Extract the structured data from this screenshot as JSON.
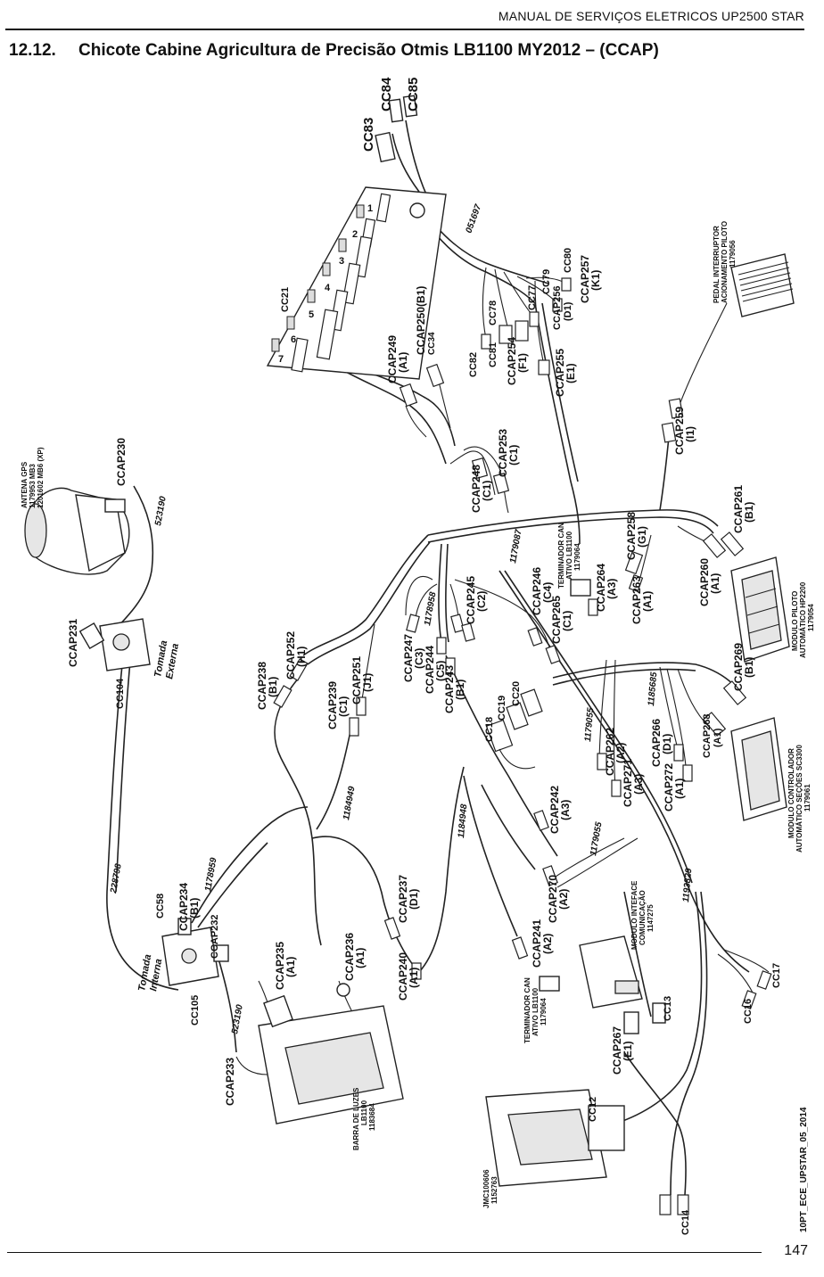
{
  "header": {
    "manual_title": "MANUAL DE SERVIÇOS ELETRICOS UP2500 STAR"
  },
  "section": {
    "number": "12.12.",
    "title": "Chicote Cabine Agricultura de Precisão Otmis LB1100 MY2012 – (CCAP)"
  },
  "footer": {
    "page_number": "147",
    "doc_code": "10PT_ECE_UPSTAR_05_2014"
  },
  "connectors": {
    "cc83": "CC83",
    "cc84": "CC84",
    "cc85": "CC85",
    "cc21": "CC21",
    "cc82": "CC82",
    "cc81": "CC81",
    "cc78": "CC78",
    "cc77": "CC77",
    "cc79": "CC79",
    "cc80": "CC80",
    "cc34": "CC34",
    "ccap250": "CCAP250(B1)",
    "ccap249": "CCAP249",
    "ccap249_pin": "(A1)",
    "ccap254": "CCAP254",
    "ccap254_pin": "(F1)",
    "ccap255": "CCAP255",
    "ccap255_pin": "(E1)",
    "ccap256": "CCAP256",
    "ccap256_pin": "(D1)",
    "ccap257": "CCAP257",
    "ccap257_pin": "(K1)",
    "ccap230": "CCAP230",
    "ccap231": "CCAP231",
    "cc104": "CC104",
    "ccap248": "CCAP248",
    "ccap248_pin": "(C1)",
    "ccap253": "CCAP253",
    "ccap253_pin": "(C1)",
    "ccap259": "CCAP259",
    "ccap259_pin": "(I1)",
    "ccap258": "CCAP258",
    "ccap258_pin": "(G1)",
    "ccap261": "CCAP261",
    "ccap261_pin": "(B1)",
    "ccap260": "CCAP260",
    "ccap260_pin": "(A1)",
    "ccap263": "CCAP263",
    "ccap263_pin": "(A1)",
    "ccap264": "CCAP264",
    "ccap264_pin": "(A3)",
    "ccap246": "CCAP246",
    "ccap246_pin": "(C4)",
    "ccap265": "CCAP265",
    "ccap265_pin": "(C1)",
    "ccap245": "CCAP245",
    "ccap245_pin": "(C2)",
    "ccap247": "CCAP247",
    "ccap247_pin": "(C3)",
    "ccap244": "CCAP244",
    "ccap244_pin": "(C5)",
    "ccap243": "CCAP243",
    "ccap243_pin": "(B1)",
    "ccap252": "CCAP252",
    "ccap252_pin": "(H1)",
    "ccap251": "CCAP251",
    "ccap251_pin": "(J1)",
    "ccap238": "CCAP238",
    "ccap238_pin": "(B1)",
    "ccap239": "CCAP239",
    "ccap239_pin": "(C1)",
    "cc18": "CC18",
    "cc19": "CC19",
    "cc20": "CC20",
    "ccap269": "CCAP269",
    "ccap269_pin": "(B1)",
    "ccap268": "CCAP268",
    "ccap268_pin": "(A1)",
    "ccap262": "CCAP262",
    "ccap262_pin": "(A2)",
    "ccap266": "CCAP266",
    "ccap266_pin": "(D1)",
    "ccap271": "CCAP271",
    "ccap271_pin": "(A3)",
    "ccap272": "CCAP272",
    "ccap272_pin": "(A1)",
    "ccap242": "CCAP242",
    "ccap242_pin": "(A3)",
    "ccap270": "CCAP270",
    "ccap270_pin": "(A2)",
    "ccap237": "CCAP237",
    "ccap237_pin": "(D1)",
    "ccap236": "CCAP236",
    "ccap236_pin": "(A1)",
    "ccap241": "CCAP241",
    "ccap241_pin": "(A2)",
    "ccap240": "CCAP240",
    "ccap240_pin": "(A1)",
    "cc58": "CC58",
    "ccap234": "CCAP234",
    "ccap234_pin": "(B1)",
    "ccap232": "CCAP232",
    "ccap235": "CCAP235",
    "ccap235_pin": "(A1)",
    "cc105": "CC105",
    "ccap233": "CCAP233",
    "cc13": "CC13",
    "ccap267": "CCAP267",
    "ccap267_pin": "(E1)",
    "cc12": "CC12",
    "cc14": "CC14",
    "cc16": "CC16",
    "cc17": "CC17"
  },
  "harness_numbers": {
    "h051697": "051697",
    "h523190a": "523190",
    "h1179087": "1179087",
    "h1178958": "1178958",
    "h1179055a": "1179055",
    "h1185685": "1185685",
    "h1184949": "1184949",
    "h1184948": "1184948",
    "h1179055b": "1179055",
    "h1193829": "1193829",
    "h228798": "228798",
    "h1178959": "1178959",
    "h523190b": "523190"
  },
  "components": {
    "antenna_gps": {
      "line1": "ANTENA GPS",
      "line2": "1179953 MB3",
      "line3": "1201602 MB6 (XP)"
    },
    "tomada_externa": {
      "line1": "Tomada",
      "line2": "Externa"
    },
    "tomada_interna": {
      "line1": "Tomada",
      "line2": "Interna"
    },
    "pedal": {
      "line1": "PEDAL INTERRUPTOR",
      "line2": "ACIONAMENTO PILOTO",
      "line3": "1179056"
    },
    "terminador_top": {
      "line1": "TERMINADOR CAN",
      "line2": "ATIVO LB1100",
      "line3": "1179064"
    },
    "modulo_piloto": {
      "line1": "MODULO PILOTO",
      "line2": "AUTOMÁTICO HP2200",
      "line3": "1179054"
    },
    "modulo_secoes": {
      "line1": "MODULO CONTROLADOR",
      "line2": "AUTOMÁTICO SEÇÕES SC3300",
      "line3": "1179061"
    },
    "modulo_interface": {
      "line1": "MODULO INTEFACE",
      "line2": "COMUNICAÇÃO",
      "line3": "1147275"
    },
    "terminador_bottom": {
      "line1": "TERMINADOR CAN",
      "line2": "ATIVO LB1100",
      "line3": "1179064"
    },
    "barra_luzes": {
      "line1": "BARRA DE LUZES",
      "line2": "LB1100",
      "line3": "1183684"
    },
    "jmc": {
      "line1": "JMC100606",
      "line2": "1152763"
    },
    "panel_slots": [
      "1",
      "2",
      "3",
      "4",
      "5",
      "6",
      "7"
    ]
  }
}
